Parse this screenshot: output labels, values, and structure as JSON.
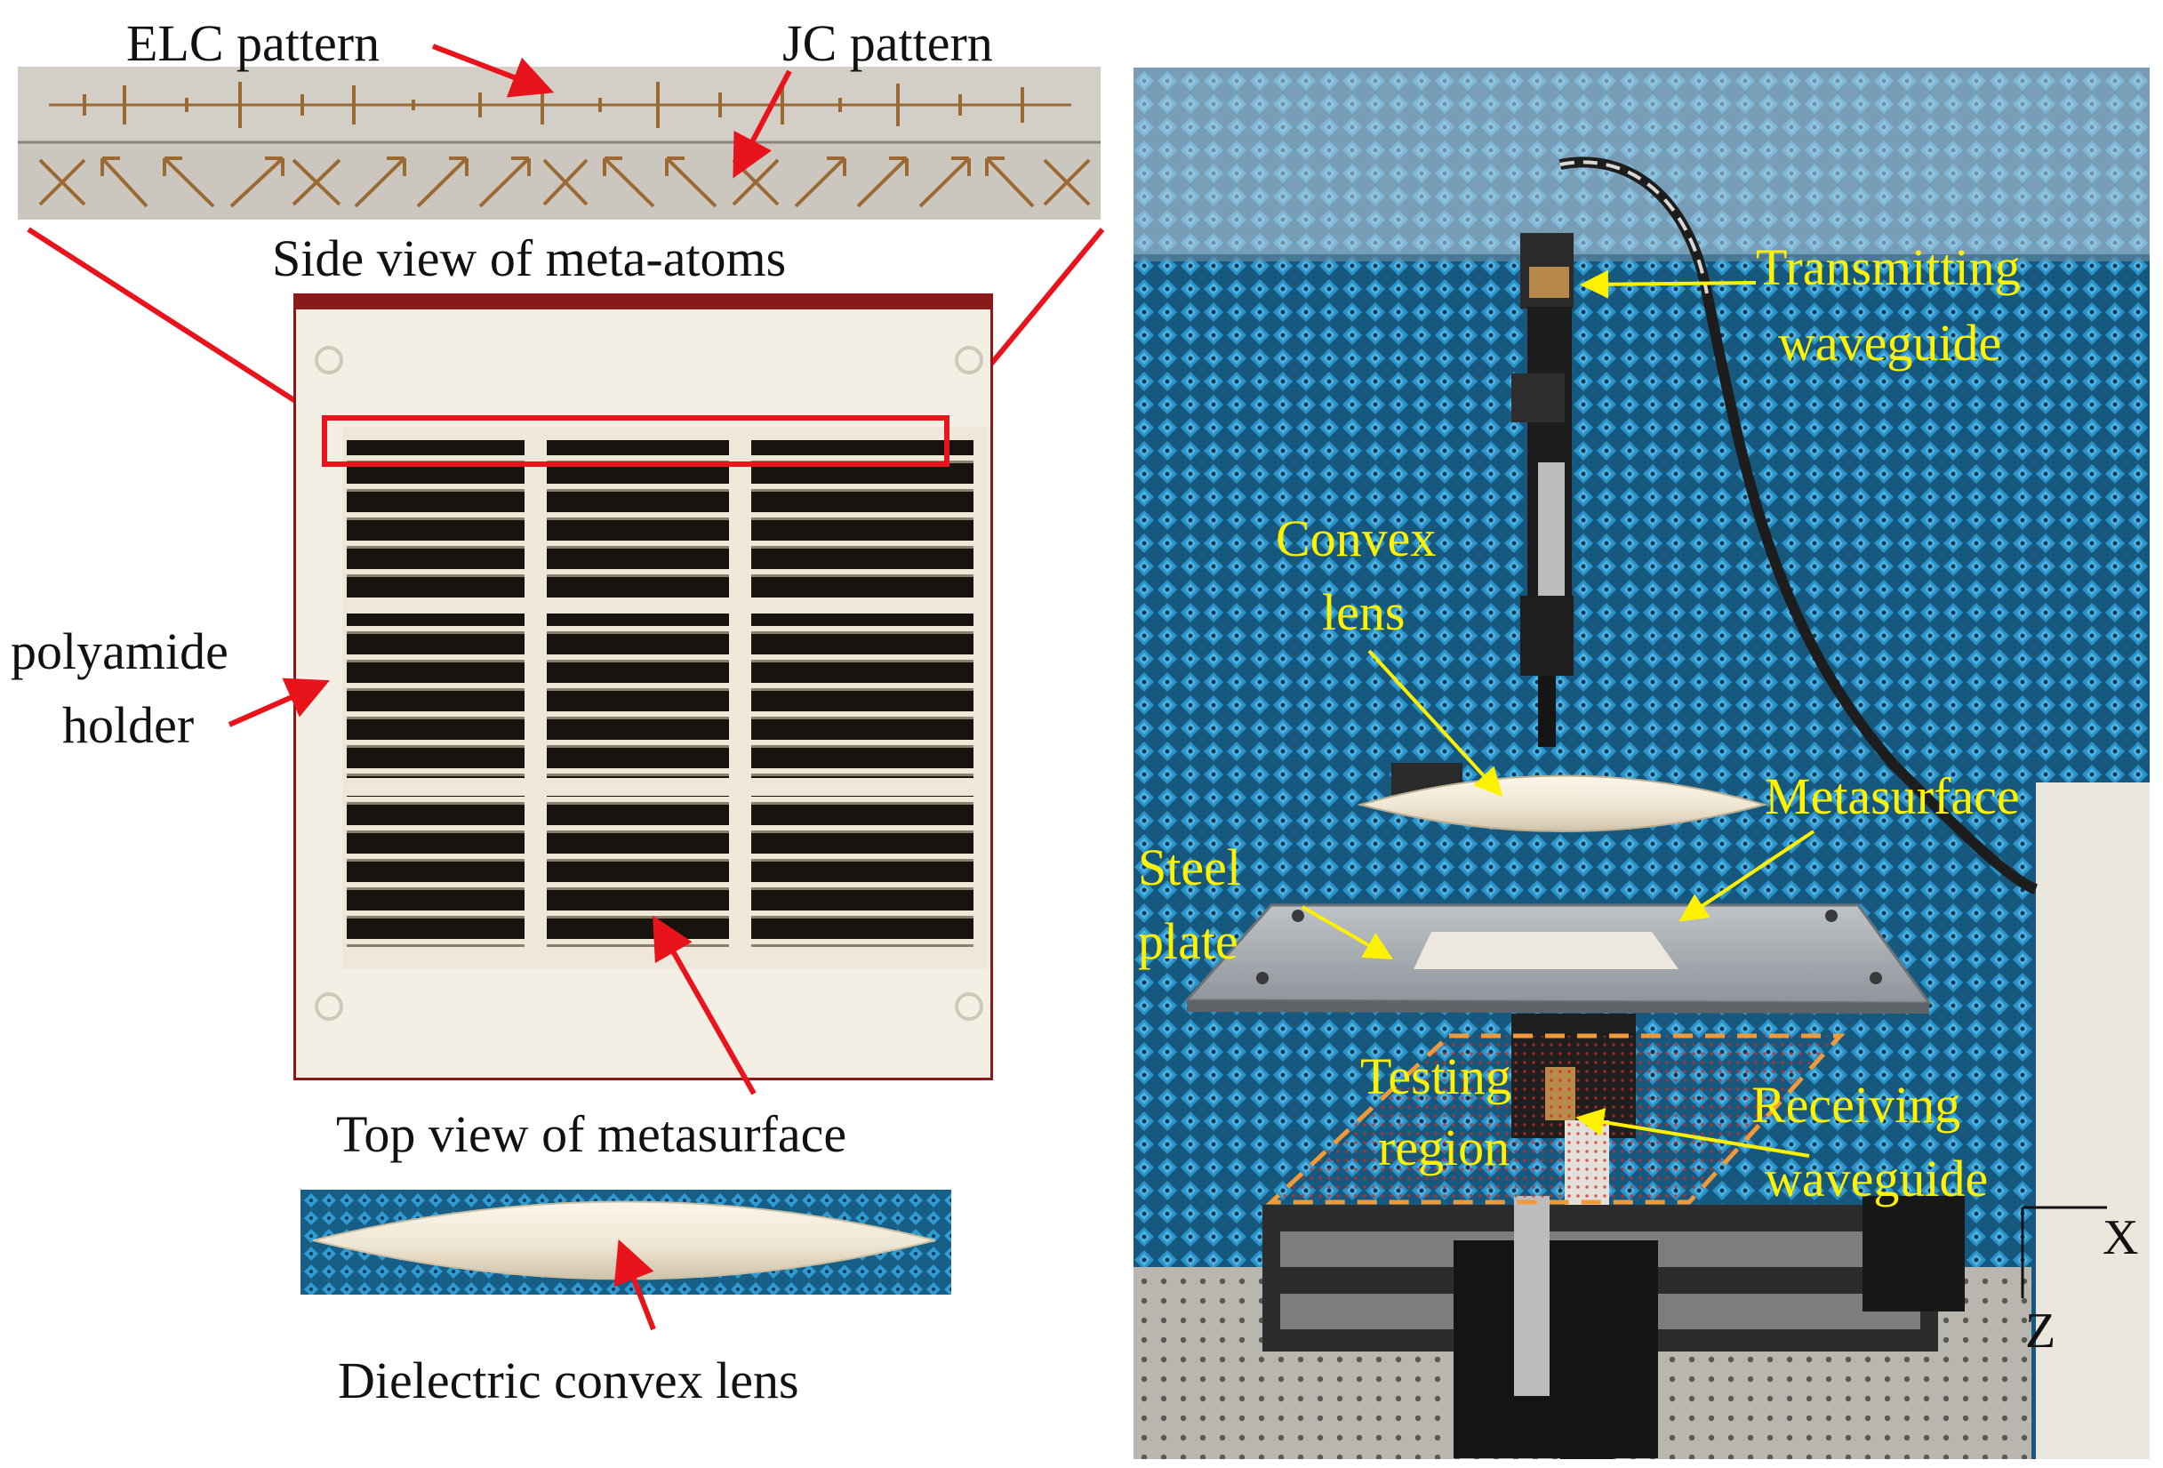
{
  "left_panel": {
    "elc_label": "ELC pattern",
    "jc_label": "JC pattern",
    "side_view_caption": "Side view of meta-atoms",
    "holder_label_line1": "polyamide",
    "holder_label_line2": "holder",
    "top_view_caption": "Top view of metasurface",
    "lens_caption": "Dielectric convex lens"
  },
  "right_panel": {
    "tx_line1": "Transmitting",
    "tx_line2": "waveguide",
    "lens_line1": "Convex",
    "lens_line2": "lens",
    "metasurface_label": "Metasurface",
    "steel_line1": "Steel",
    "steel_line2": "plate",
    "testing_line1": "Testing",
    "testing_line2": "region",
    "rx_line1": "Receiving",
    "rx_line2": "waveguide",
    "axis_x": "X",
    "axis_z": "Z"
  },
  "colors": {
    "annotation_red": "#e8131b",
    "annotation_yellow": "#fff200",
    "absorber_blue": "#1f7fb0",
    "testing_region_orange": "#f09a3a"
  }
}
